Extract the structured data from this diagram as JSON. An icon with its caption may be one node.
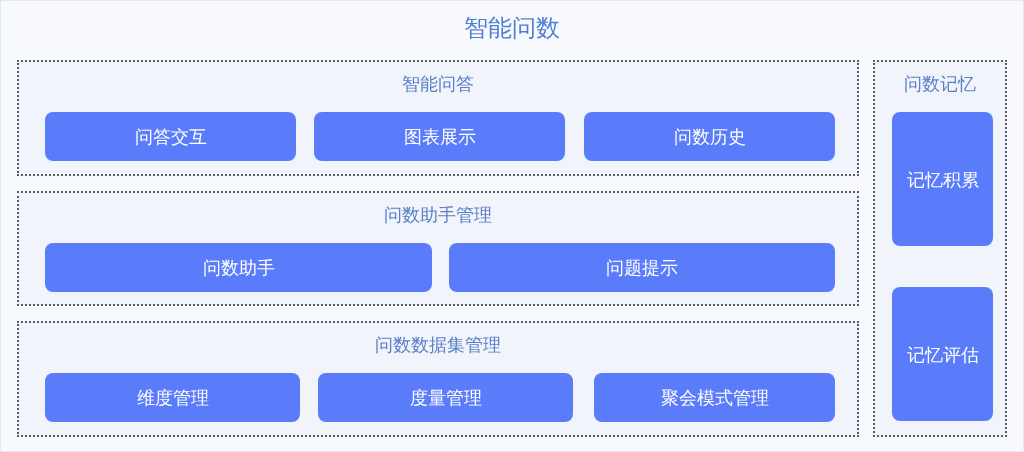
{
  "diagram": {
    "nodes": [
      {
        "text": [
          "智能问数"
        ]
      },
      {
        "text": [
          "智能问答"
        ],
        "in": 0
      },
      {
        "text": [
          "问答交互"
        ],
        "in": 1
      },
      {
        "text": [
          "图表展示"
        ],
        "in": 1
      },
      {
        "text": [
          "问数历史"
        ],
        "in": 1
      },
      {
        "text": [
          "问数助手管理"
        ],
        "in": 0
      },
      {
        "text": [
          "问数助手"
        ],
        "in": 5
      },
      {
        "text": [
          "问题提示"
        ],
        "in": 5
      },
      {
        "text": [
          "问数数据集管理"
        ],
        "in": 0
      },
      {
        "text": [
          "维度管理"
        ],
        "in": 8
      },
      {
        "text": [
          "度量管理"
        ],
        "in": 8
      },
      {
        "text": [
          "聚会模式管理"
        ],
        "in": 8
      },
      {
        "text": [
          "问数记忆"
        ],
        "in": 0
      },
      {
        "text": [
          "记忆积累"
        ],
        "in": 12
      },
      {
        "text": [
          "记忆评估"
        ],
        "in": 12
      }
    ]
  }
}
